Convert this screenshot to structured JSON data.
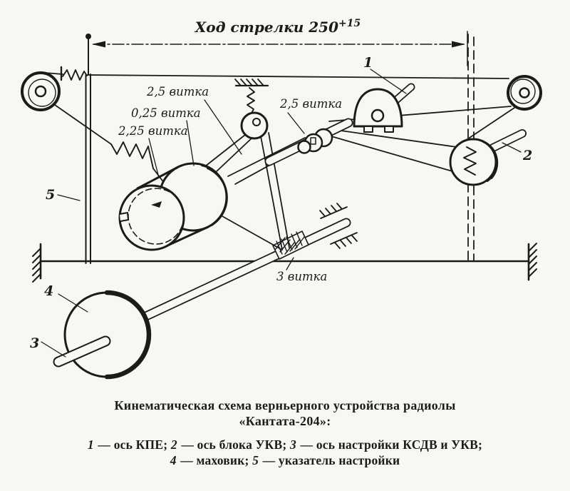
{
  "diagram": {
    "dimension": {
      "label": "Ход стрелки 250",
      "sup": "+15"
    },
    "windings": {
      "w1": "2,5 витка",
      "w2": "0,25 витка",
      "w3": "2,25 витка",
      "w4": "2,5 витка",
      "w5": "3 витка"
    },
    "parts": {
      "p1": "1",
      "p2": "2",
      "p3": "3",
      "p4": "4",
      "p5": "5"
    }
  },
  "caption": {
    "line1": "Кинематическая схема верньерного устройства радиолы",
    "line2": "«Кантата-204»:"
  },
  "legend": {
    "line1": [
      {
        "t": "1",
        "i": true
      },
      {
        "t": " — ось КПЕ;  ",
        "i": false
      },
      {
        "t": "2",
        "i": true
      },
      {
        "t": " — ось блока УКВ;  ",
        "i": false
      },
      {
        "t": "3",
        "i": true
      },
      {
        "t": " — ось настройки КСДВ и УКВ;",
        "i": false
      }
    ],
    "line2": [
      {
        "t": "4",
        "i": true
      },
      {
        "t": " — маховик;  ",
        "i": false
      },
      {
        "t": "5",
        "i": true
      },
      {
        "t": " — указатель настройки",
        "i": false
      }
    ]
  },
  "colors": {
    "ink": "#1b1b1b",
    "paper": "#f8f7f3"
  }
}
